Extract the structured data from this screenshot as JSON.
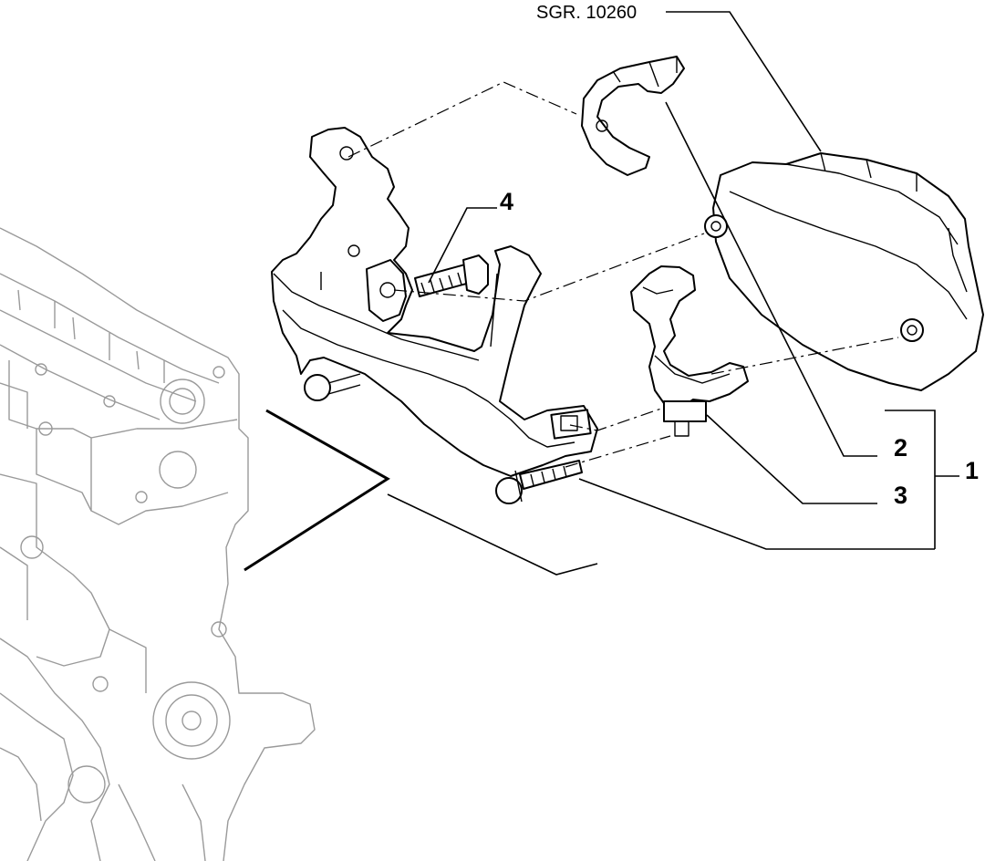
{
  "reference": {
    "code": "SGR. 10260"
  },
  "callouts": {
    "c1": "1",
    "c2": "2",
    "c3": "3",
    "c4": "4"
  },
  "icons": [
    "engine-block-ghost",
    "bracket",
    "control-unit-box",
    "cable-clip-upper",
    "cable-clip-lower",
    "bolt-upper",
    "bolt-lower"
  ]
}
